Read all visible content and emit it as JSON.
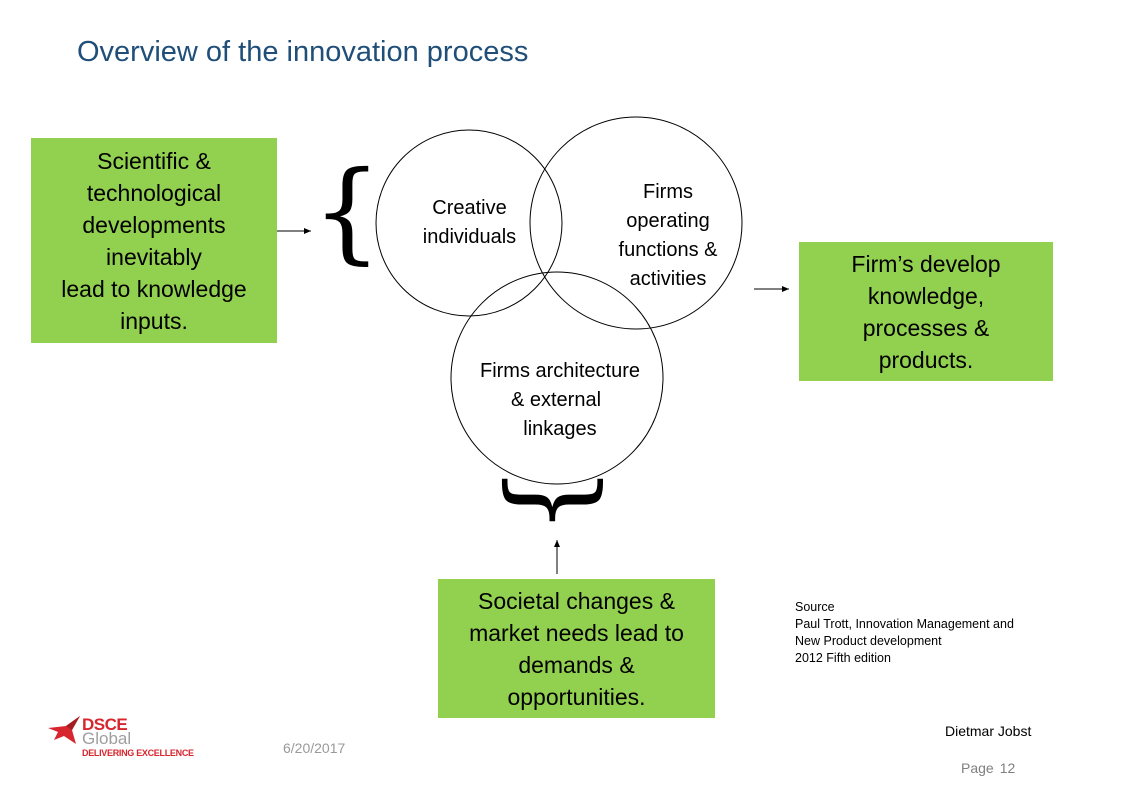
{
  "title": "Overview of the innovation process",
  "boxes": {
    "left": [
      "Scientific &",
      "technological",
      "developments",
      "inevitably",
      "lead to knowledge",
      "inputs."
    ],
    "right": [
      "Firm’s develop",
      "knowledge,",
      "processes &",
      "products."
    ],
    "bottom": [
      "Societal changes &",
      "market needs lead to",
      "demands &",
      "opportunities."
    ]
  },
  "circles": {
    "creative": [
      "Creative",
      "individuals"
    ],
    "operating": [
      "Firms",
      "operating",
      "functions &",
      "activities"
    ],
    "architecture": [
      "Firms architecture",
      "& external",
      "linkages"
    ]
  },
  "source": [
    "Source",
    "Paul Trott, Innovation Management and",
    "New  Product development",
    "2012 Fifth edition"
  ],
  "author": "Dietmar Jobst",
  "date": "6/20/2017",
  "page": {
    "label": "Page",
    "number": "12"
  },
  "logo": {
    "name": "DSCE",
    "name2": "Global",
    "tagline": "DELIVERING EXCELLENCE"
  },
  "colors": {
    "title": "#1f4e79",
    "box": "#92d050",
    "logo_red": "#d7262e"
  }
}
